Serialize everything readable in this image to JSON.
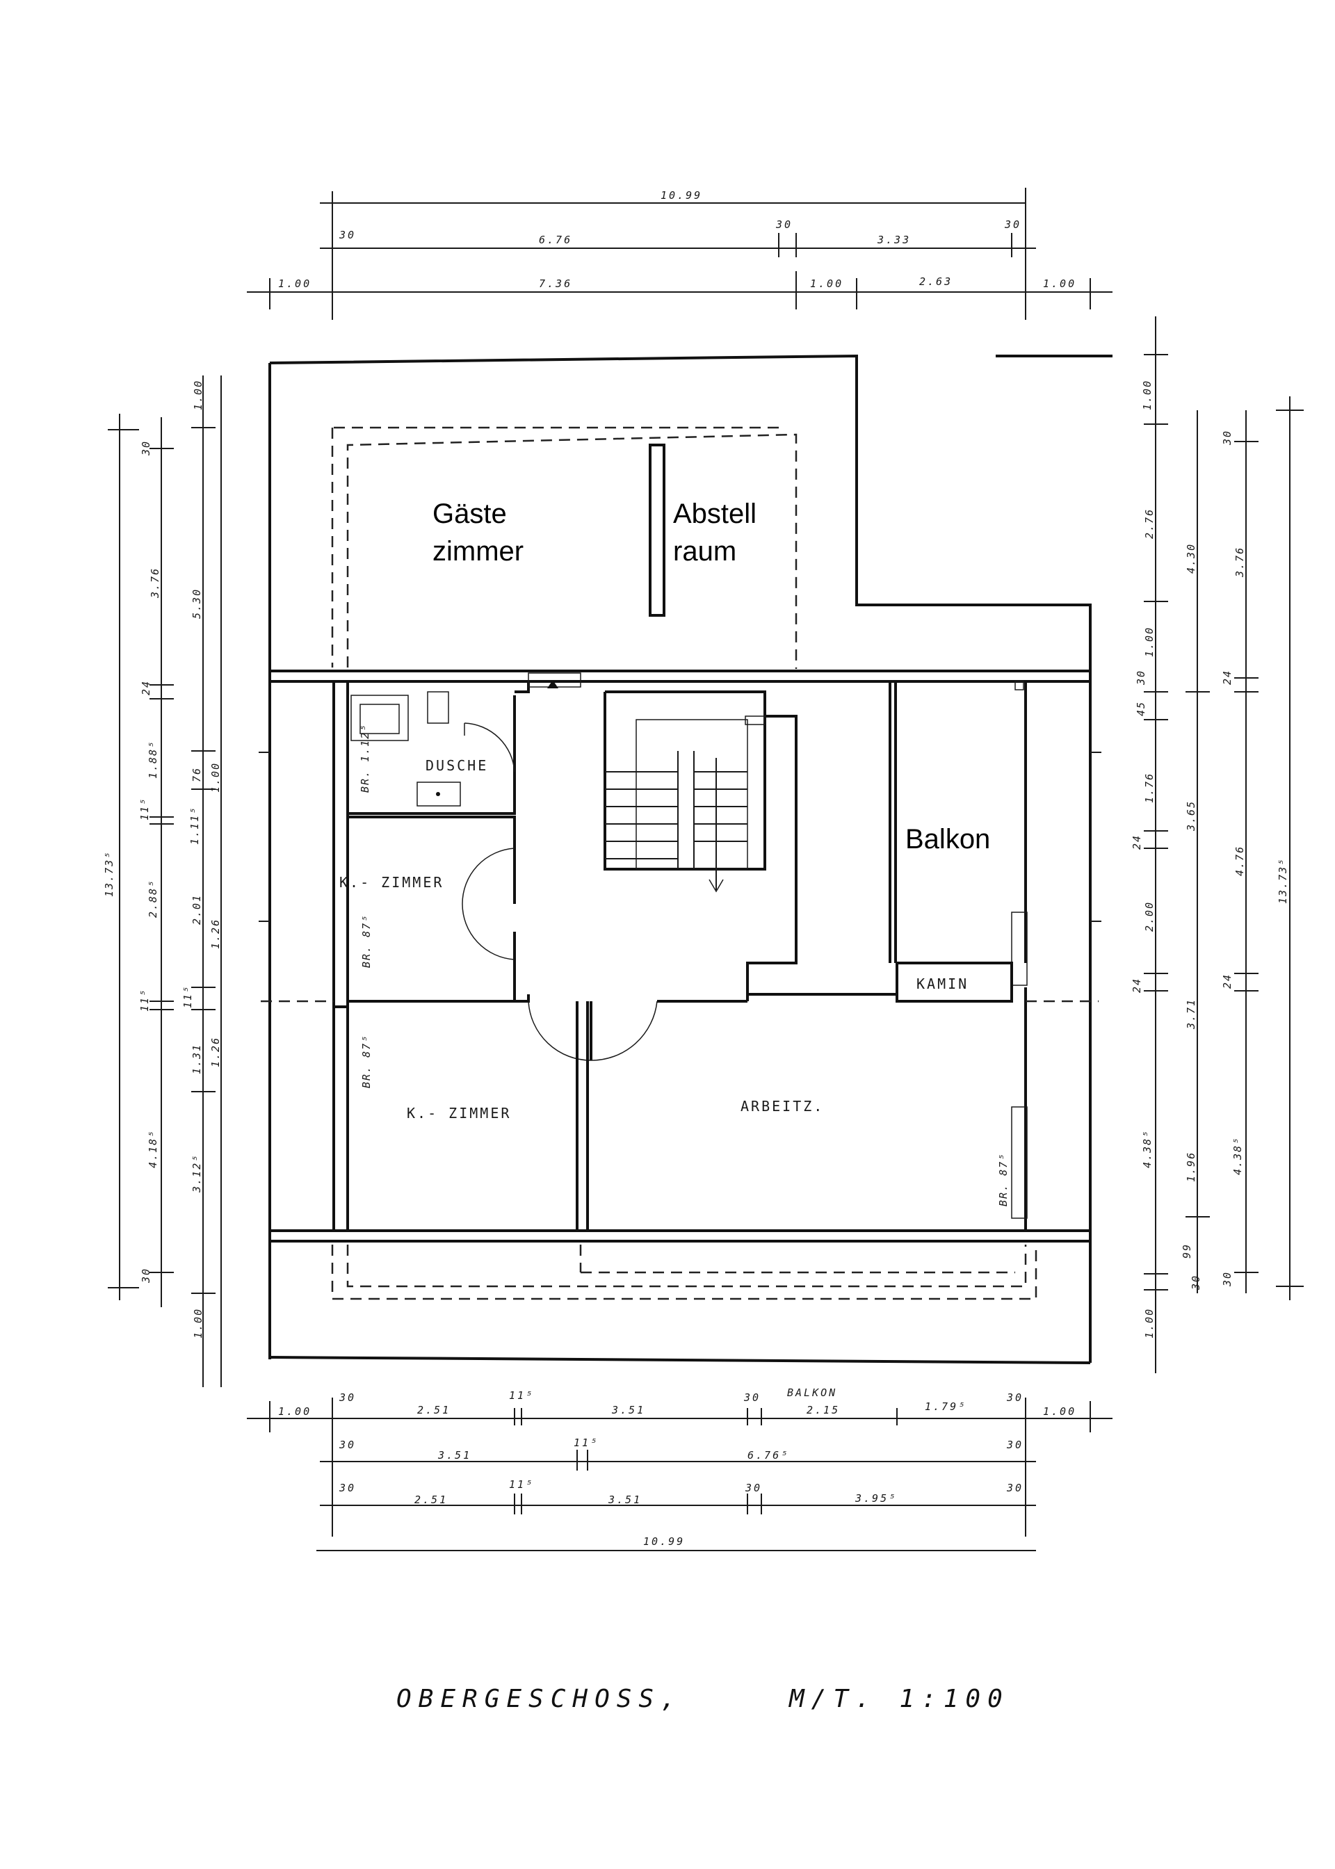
{
  "rooms": {
    "gaestezimmer_l1": "Gäste",
    "gaestezimmer_l2": "zimmer",
    "abstell_l1": "Abstell",
    "abstell_l2": "raum",
    "balkon": "Balkon",
    "dusche": "DUSCHE",
    "kzimmer_top": "K.- ZIMMER",
    "kzimmer_bottom": "K.- ZIMMER",
    "arbeitz": "ARBEITZ.",
    "kamin": "KAMIN",
    "balkon_dim": "BALKON"
  },
  "window_notes": {
    "dusche": "BR. 1.12⁵",
    "kz_top": "BR. 87⁵",
    "kz_bottom": "BR. 87⁵",
    "arbeitz": "BR. 87⁵"
  },
  "top_dims": {
    "overall": "10.99",
    "row2": [
      "30",
      "6.76",
      "30",
      "3.33",
      "30"
    ],
    "row3": [
      "1.00",
      "7.36",
      "1.00",
      "2.63",
      "1.00"
    ]
  },
  "bottom_dims": {
    "row1": [
      "1.00",
      "30",
      "2.51",
      "11⁵",
      "3.51",
      "30",
      "2.15",
      "1.79⁵",
      "30",
      "1.00"
    ],
    "row2": [
      "30",
      "3.51",
      "11⁵",
      "6.76⁵",
      "30"
    ],
    "row3": [
      "30",
      "2.51",
      "11⁵",
      "3.51",
      "30",
      "3.95⁵",
      "30"
    ],
    "overall": "10.99"
  },
  "left_dims": {
    "outer": "13.73⁵",
    "col2": [
      "30",
      "3.76",
      "24",
      "1.88⁵",
      "11⁵",
      "2.88⁵",
      "11⁵",
      "4.18⁵",
      "30"
    ],
    "col3": [
      "5.30",
      "76",
      "1.11⁵",
      "2.01",
      "11⁵",
      "1.31",
      "3.12⁵"
    ],
    "col4": [
      "1.00",
      "1.00",
      "1.26",
      "1.26",
      "1.00"
    ]
  },
  "right_dims": {
    "col1": [
      "1.00",
      "2.76",
      "1.00",
      "30",
      "45",
      "1.76",
      "24",
      "2.00",
      "24",
      "4.38⁵",
      "1.00"
    ],
    "col2": [
      "4.30",
      "3.65",
      "3.71",
      "1.96",
      "99",
      "30"
    ],
    "col3": [
      "30",
      "3.76",
      "24",
      "4.76",
      "24",
      "4.38⁵",
      "30"
    ],
    "outer": "13.73⁵"
  },
  "footer": {
    "title": "OBERGESCHOSS,",
    "scale": "M/T. 1:100"
  }
}
